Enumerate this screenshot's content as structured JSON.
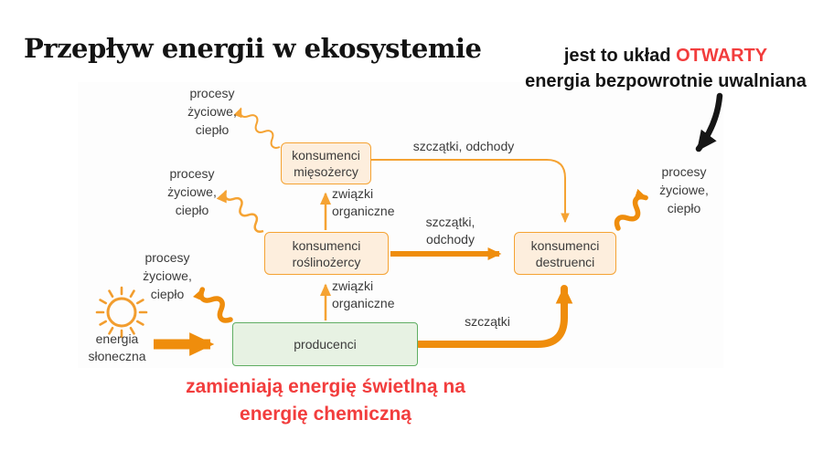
{
  "title": "Przepływ energii w ekosystemie",
  "note": {
    "line1_prefix": "jest to układ ",
    "line1_highlight": "OTWARTY",
    "line2": "energia bezpowrotnie uwalniana"
  },
  "caption": "zamieniają energię świetlną na\nenergię chemiczną",
  "diagram": {
    "boxes": {
      "carnivores": "konsumenci\nmięsożercy",
      "herbivores": "konsumenci\nroślinożercy",
      "decomposers": "konsumenci\ndestruenci",
      "producers": "producenci"
    },
    "labels": {
      "heat": "procesy\nżyciowe,\nciepło",
      "solar_energy": "energia\nsłoneczna",
      "organic_compounds": "związki\norganiczne",
      "remains_droppings_inline": "szczątki, odchody",
      "remains_droppings_stacked": "szczątki,\nodchody",
      "remains": "szczątki"
    }
  },
  "colors": {
    "accent_orange": "#ef8d0c",
    "light_orange": "#f5a333",
    "consumer_box_fill": "#fdeedd",
    "consumer_box_border": "#f5a333",
    "producer_box_fill": "#e7f2e3",
    "producer_box_border": "#5fae63",
    "highlight_red": "#f23d3d",
    "text_dark": "#3b3b3b"
  }
}
